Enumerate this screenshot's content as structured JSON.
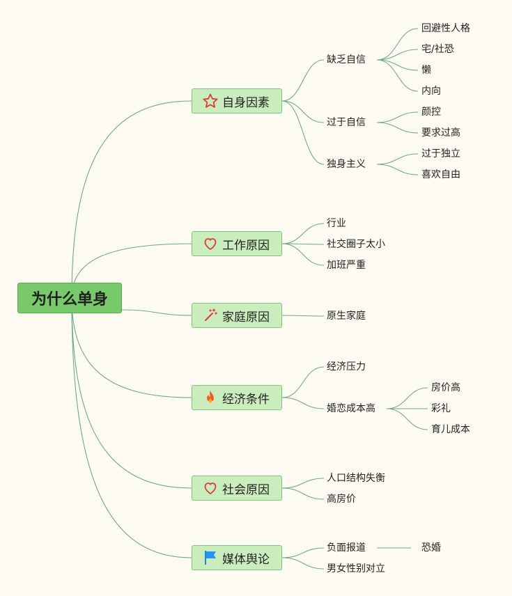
{
  "root": "为什么单身",
  "topics": [
    {
      "label": "自身因素",
      "icon": "star-icon",
      "children": [
        {
          "label": "缺乏自信",
          "children": [
            "回避性人格",
            "宅/社恐",
            "懒",
            "内向"
          ]
        },
        {
          "label": "过于自信",
          "children": [
            "颜控",
            "要求过高"
          ]
        },
        {
          "label": "独身主义",
          "children": [
            "过于独立",
            "喜欢自由"
          ]
        }
      ]
    },
    {
      "label": "工作原因",
      "icon": "heart-icon",
      "children": [
        {
          "label": "行业"
        },
        {
          "label": "社交圈子太小"
        },
        {
          "label": "加班严重"
        }
      ]
    },
    {
      "label": "家庭原因",
      "icon": "magic-wand-icon",
      "children": [
        {
          "label": "原生家庭"
        }
      ]
    },
    {
      "label": "经济条件",
      "icon": "fire-icon",
      "children": [
        {
          "label": "经济压力"
        },
        {
          "label": "婚恋成本高",
          "children": [
            "房价高",
            "彩礼",
            "育儿成本"
          ]
        }
      ]
    },
    {
      "label": "社会原因",
      "icon": "heart-icon",
      "children": [
        {
          "label": "人口结构失衡"
        },
        {
          "label": "高房价"
        }
      ]
    },
    {
      "label": "媒体舆论",
      "icon": "flag-icon",
      "children": [
        {
          "label": "负面报道",
          "children": [
            "恐婚"
          ]
        },
        {
          "label": "男女性别对立"
        }
      ]
    }
  ],
  "colors": {
    "background": "#fdfbf2",
    "root_fill": "#78c96a",
    "topic_fill": "#c9edbd",
    "link": "#6fa88a"
  }
}
